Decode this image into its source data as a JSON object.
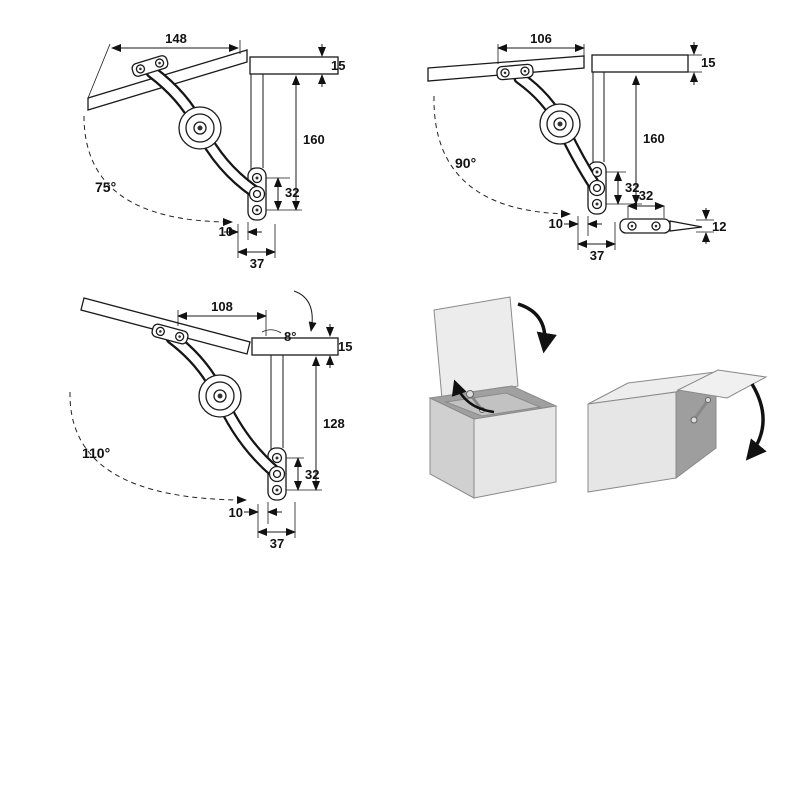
{
  "page": {
    "background": "#ffffff"
  },
  "drawing_75": {
    "angle_label": "75°",
    "dim_top": "148",
    "dim_thickness": "15",
    "dim_height": "160",
    "dim_plate_span": "32",
    "dim_offset": "10",
    "dim_base": "37"
  },
  "drawing_90": {
    "angle_label": "90°",
    "dim_top": "106",
    "dim_thickness": "15",
    "dim_height": "160",
    "dim_plate_span": "32",
    "dim_offset": "10",
    "dim_base": "37"
  },
  "plate_detail": {
    "dim_width": "32",
    "dim_thickness": "12"
  },
  "drawing_110": {
    "angle_label": "110°",
    "tilt_label": "8°",
    "dim_top": "108",
    "dim_thickness": "15",
    "dim_height": "128",
    "dim_plate_span": "32",
    "dim_offset": "10",
    "dim_base": "37"
  },
  "colors": {
    "line": "#1a1a1a",
    "box_light": "#e6e6e6",
    "box_mid": "#d0d0d0",
    "box_dark": "#a0a0a0"
  }
}
